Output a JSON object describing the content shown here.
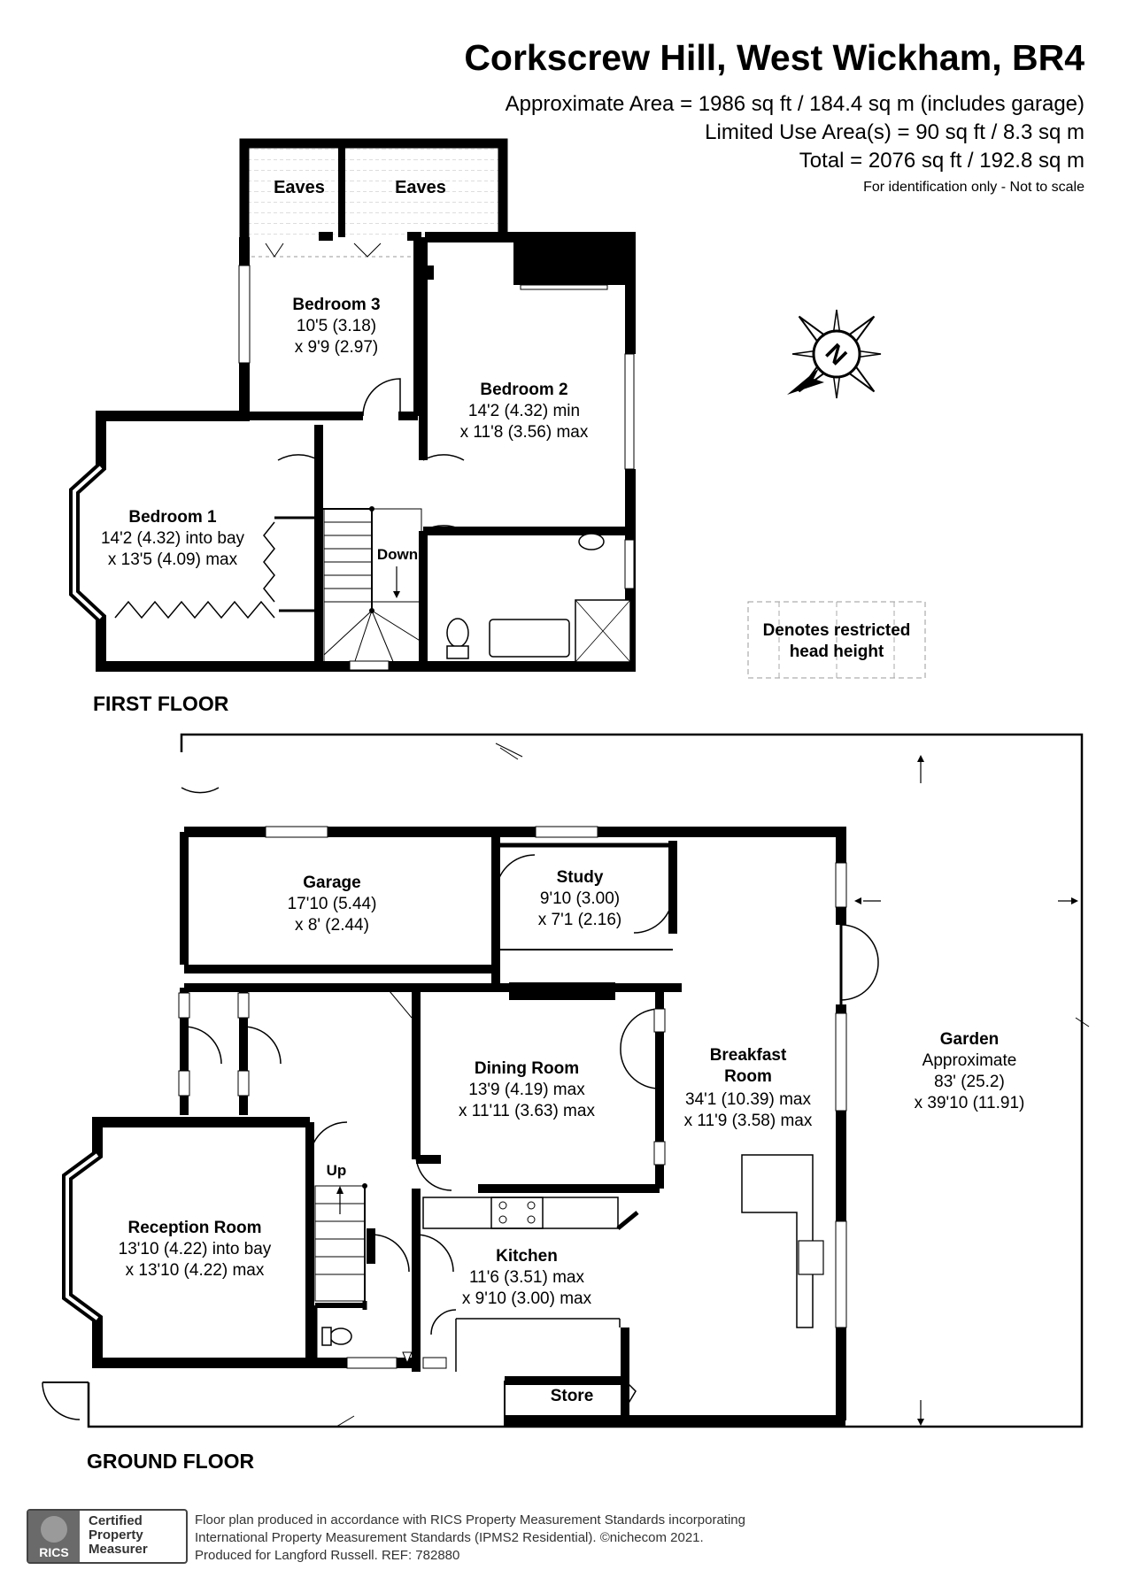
{
  "header": {
    "title": "Corkscrew Hill, West Wickham, BR4",
    "area_lines": [
      "Approximate Area = 1986 sq ft / 184.4 sq m (includes garage)",
      "Limited Use Area(s) = 90 sq ft / 8.3 sq m",
      "Total = 2076 sq ft / 192.8 sq m"
    ],
    "note": "For identification only - Not to scale"
  },
  "compass": {
    "letter": "N",
    "icon": "compass-rose-icon"
  },
  "legend": {
    "restricted_line1": "Denotes restricted",
    "restricted_line2": "head height"
  },
  "first_floor": {
    "label": "FIRST FLOOR",
    "eaves_left": "Eaves",
    "eaves_right": "Eaves",
    "bedroom3": {
      "name": "Bedroom 3",
      "dim1": "10'5 (3.18)",
      "dim2": "x 9'9 (2.97)"
    },
    "bedroom2": {
      "name": "Bedroom 2",
      "dim1": "14'2 (4.32) min",
      "dim2": "x 11'8 (3.56) max"
    },
    "bedroom1": {
      "name": "Bedroom 1",
      "dim1": "14'2 (4.32) into bay",
      "dim2": "x 13'5 (4.09) max"
    },
    "stairs": "Down"
  },
  "ground_floor": {
    "label": "GROUND FLOOR",
    "garage": {
      "name": "Garage",
      "dim1": "17'10 (5.44)",
      "dim2": "x 8' (2.44)"
    },
    "study": {
      "name": "Study",
      "dim1": "9'10 (3.00)",
      "dim2": "x 7'1 (2.16)"
    },
    "dining": {
      "name": "Dining Room",
      "dim1": "13'9 (4.19) max",
      "dim2": "x 11'11 (3.63) max"
    },
    "breakfast": {
      "name1": "Breakfast",
      "name2": "Room",
      "dim1": "34'1 (10.39) max",
      "dim2": "x 11'9 (3.58) max"
    },
    "garden": {
      "name": "Garden",
      "dim0": "Approximate",
      "dim1": "83' (25.2)",
      "dim2": "x 39'10 (11.91)"
    },
    "reception": {
      "name": "Reception Room",
      "dim1": "13'10 (4.22) into bay",
      "dim2": "x 13'10 (4.22) max"
    },
    "kitchen": {
      "name": "Kitchen",
      "dim1": "11'6  (3.51) max",
      "dim2": "x 9'10 (3.00) max"
    },
    "store": "Store",
    "stairs": "Up"
  },
  "footer": {
    "badge_line1": "Certified",
    "badge_line2": "Property",
    "badge_line3": "Measurer",
    "rics": "RICS",
    "line1": "Floor plan produced in accordance with RICS Property Measurement Standards incorporating",
    "line2": "International Property Measurement Standards (IPMS2 Residential).   ©nichecom 2021.",
    "line3": "Produced for Langford Russell.   REF: 782880"
  }
}
